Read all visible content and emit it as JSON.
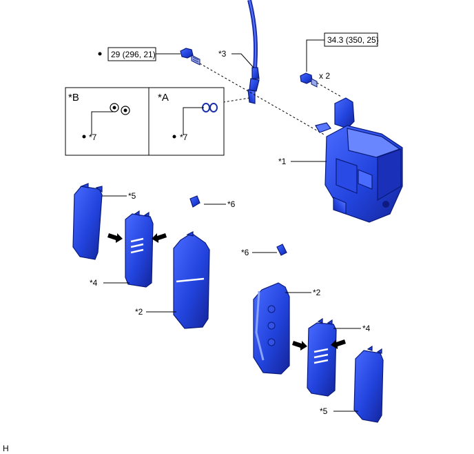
{
  "torque_specs": {
    "hose_bolt": "29 (296, 21)",
    "caliper_bolt": "34.3 (350, 25)",
    "caliper_bolt_qty": "x 2"
  },
  "callouts": {
    "caliper": "*1",
    "pad_inner": "*2",
    "pad_outer": "*2",
    "hose": "*3",
    "shim_upper": "*4",
    "shim_lower": "*4",
    "inner_shim_upper": "*5",
    "inner_shim_lower": "*5",
    "clip_upper": "*6",
    "clip_lower": "*6",
    "grease_a": "*7",
    "grease_b": "*7"
  },
  "inset": {
    "panel_b_label": "*B",
    "panel_a_label": "*A"
  },
  "figure_code": "H",
  "colors": {
    "part_blue": "#2244dd",
    "part_dark": "#14249a",
    "part_light": "#5a78ff"
  }
}
